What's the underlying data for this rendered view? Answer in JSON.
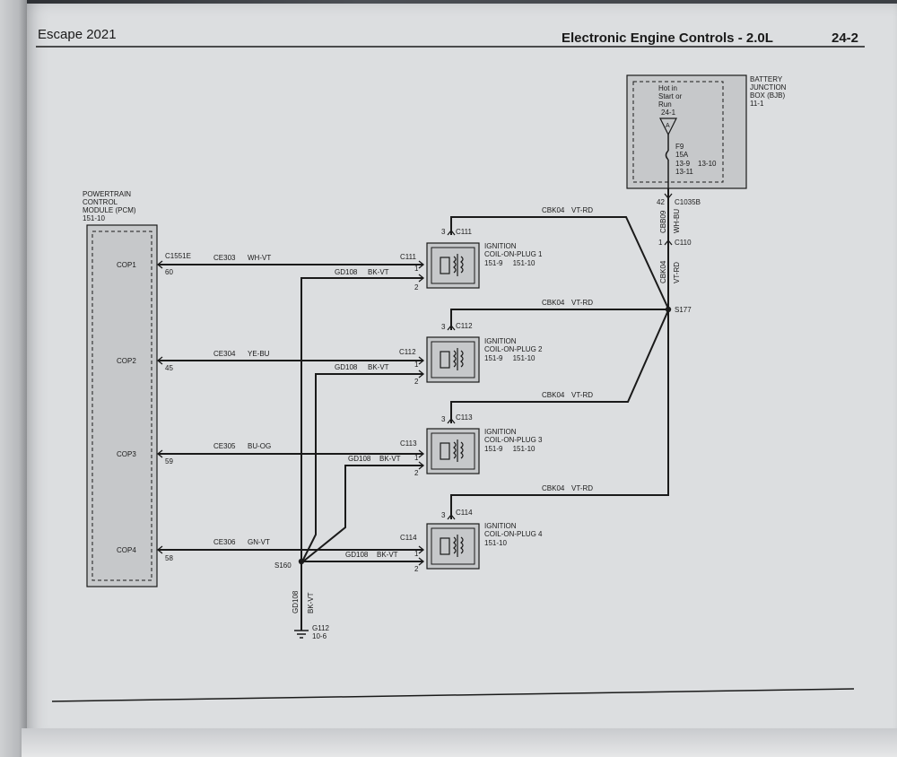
{
  "header": {
    "left": "Escape 2021",
    "title": "Electronic Engine Controls - 2.0L",
    "page": "24-2"
  },
  "pcm": {
    "label_lines": [
      "POWERTRAIN",
      "CONTROL",
      "MODULE (PCM)",
      "151-10"
    ],
    "connector": "C1551E",
    "pins": [
      {
        "name": "COP1",
        "pin": "60"
      },
      {
        "name": "COP2",
        "pin": "45"
      },
      {
        "name": "COP3",
        "pin": "59"
      },
      {
        "name": "COP4",
        "pin": "58"
      }
    ]
  },
  "bjb": {
    "label_lines": [
      "BATTERY",
      "JUNCTION",
      "BOX (BJB)",
      "11-1"
    ],
    "hot_lines": [
      "Hot in",
      "Start or",
      "Run"
    ],
    "ref": "24-1",
    "arrow_letter": "A",
    "fuse_lines": [
      "F9",
      "15A",
      "13-9",
      "13-11"
    ],
    "fuse_side_ref": "13-10"
  },
  "feed": {
    "pin_top": "42",
    "connector_top": "C1035B",
    "wire_top_circuit": "CBB09",
    "wire_top_color": "WH-BU",
    "pin_bottom": "1",
    "connector_bottom": "C110",
    "wire_bottom_circuit": "CBK04",
    "wire_bottom_color": "VT-RD",
    "splice": "S177"
  },
  "coils": [
    {
      "title_lines": [
        "IGNITION",
        "COIL-ON-PLUG 1",
        "151-9     151-10"
      ],
      "connector": "C111",
      "pin_power": "3",
      "signal_circuit": "CE303",
      "signal_color": "WH-VT",
      "ground_circuit": "GD108",
      "ground_color": "BK-VT",
      "power_circuit": "CBK04",
      "power_color": "VT-RD",
      "pin_signal": "1",
      "pin_ground": "2"
    },
    {
      "title_lines": [
        "IGNITION",
        "COIL-ON-PLUG 2",
        "151-9     151-10"
      ],
      "connector": "C112",
      "pin_power": "3",
      "signal_circuit": "CE304",
      "signal_color": "YE-BU",
      "ground_circuit": "GD108",
      "ground_color": "BK-VT",
      "power_circuit": "CBK04",
      "power_color": "VT-RD",
      "pin_signal": "1",
      "pin_ground": "2"
    },
    {
      "title_lines": [
        "IGNITION",
        "COIL-ON-PLUG 3",
        "151-9     151-10"
      ],
      "connector": "C113",
      "pin_power": "3",
      "signal_circuit": "CE305",
      "signal_color": "BU-OG",
      "ground_circuit": "GD108",
      "ground_color": "BK-VT",
      "power_circuit": "CBK04",
      "power_color": "VT-RD",
      "pin_signal": "1",
      "pin_ground": "2"
    },
    {
      "title_lines": [
        "IGNITION",
        "COIL-ON-PLUG 4",
        "151-10"
      ],
      "connector": "C114",
      "pin_power": "3",
      "signal_circuit": "CE306",
      "signal_color": "GN-VT",
      "ground_circuit": "GD108",
      "ground_color": "BK-VT",
      "power_circuit": "CBK04",
      "power_color": "VT-RD",
      "pin_signal": "1",
      "pin_ground": "2"
    }
  ],
  "ground": {
    "splice": "S160",
    "circuit": "GD108",
    "color": "BK-VT",
    "point": "G112",
    "ref": "10-6"
  },
  "colors": {
    "ink": "#1a1a1a",
    "paper": "#dcdee0",
    "module_fill": "#c6c8ca"
  }
}
